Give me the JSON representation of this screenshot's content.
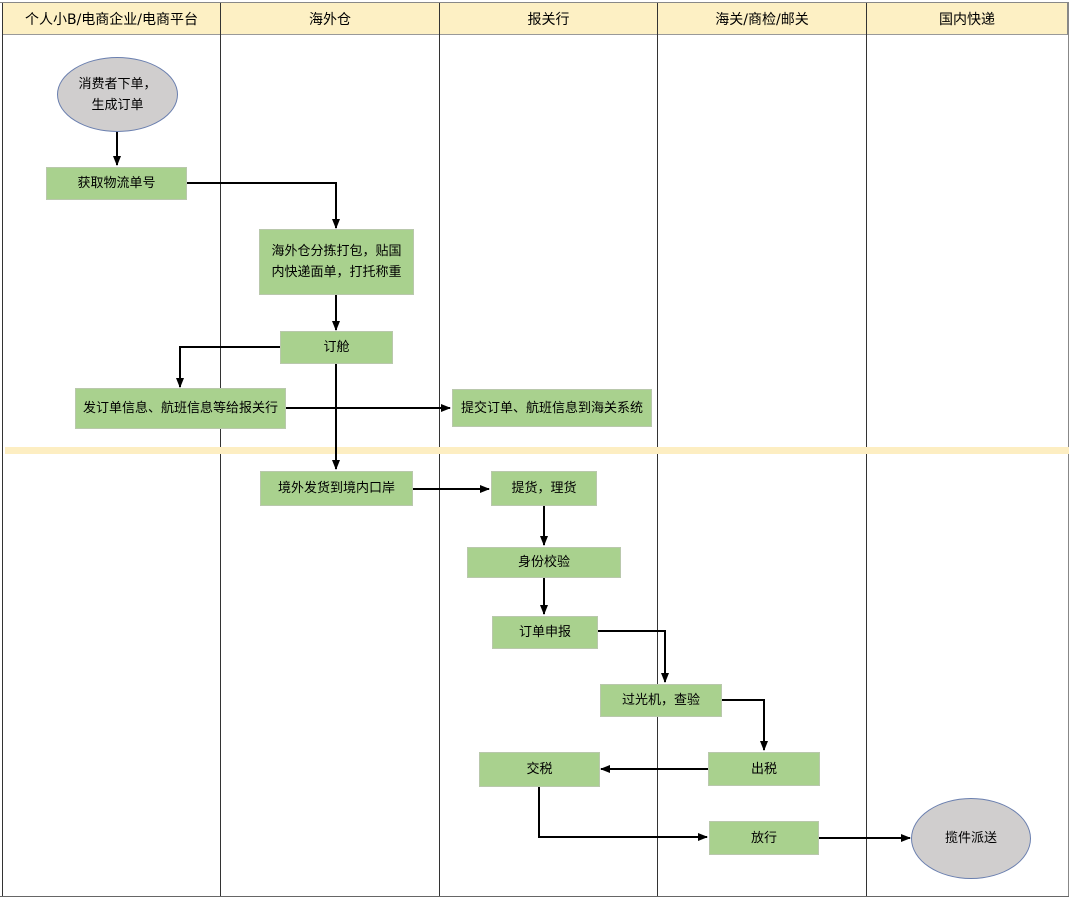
{
  "lanes": [
    {
      "label": "个人小B/电商企业/电商平台"
    },
    {
      "label": "海外仓"
    },
    {
      "label": "报关行"
    },
    {
      "label": "海关/商检/邮关"
    },
    {
      "label": "国内快递"
    }
  ],
  "nodes": {
    "order_start": "消费者下单，\n生成订单",
    "get_tracking": "获取物流单号",
    "warehouse_pack": "海外仓分拣打包，贴国\n内快递面单，打托称重",
    "book_space": "订舱",
    "send_info": "发订单信息、航班信息等给报关行",
    "submit_customs": "提交订单、航班信息到海关系统",
    "ship_to_port": "境外发货到境内口岸",
    "pickup_sort": "提货，理货",
    "id_check": "身份校验",
    "order_declare": "订单申报",
    "xray_inspect": "过光机，查验",
    "issue_tax": "出税",
    "pay_tax": "交税",
    "release": "放行",
    "delivery_end": "揽件派送"
  },
  "colors": {
    "lane_header": "#fdf0c4",
    "process_box": "#a9d18e",
    "terminal": "#d0cece",
    "phase_band": "#fdeec2"
  }
}
